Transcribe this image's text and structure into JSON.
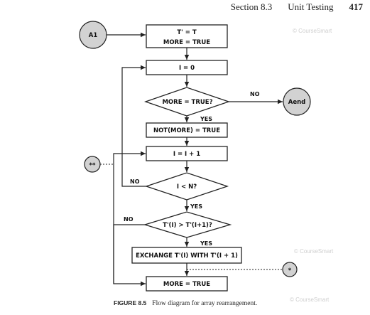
{
  "header": {
    "section": "Section 8.3",
    "title": "Unit Testing",
    "page": "417"
  },
  "nodes": {
    "start": "A1",
    "init_line1": "T' = T",
    "init_line2": "MORE = TRUE",
    "set_i0": "I = 0",
    "more_check": "MORE = TRUE?",
    "end": "Aend",
    "not_more": "NOT(MORE) = TRUE",
    "incr_i": "I = I + 1",
    "i_lt_n": "I < N?",
    "compare": "T'(I) > T'(I+1)?",
    "exchange": "EXCHANGE T'(I) WITH T'(I + 1)",
    "more_true": "MORE = TRUE",
    "conn_double": "**",
    "conn_single": "*"
  },
  "labels": {
    "no_more": "NO",
    "yes_more": "YES",
    "no_lt": "NO",
    "yes_lt": "YES",
    "no_cmp": "NO",
    "yes_cmp": "YES"
  },
  "watermarks": [
    "© CourseSmart",
    "© CourseSmart",
    "© CourseSmart"
  ],
  "caption": {
    "figure": "FIGURE 8.5",
    "text": "Flow diagram for array rearrangement."
  }
}
